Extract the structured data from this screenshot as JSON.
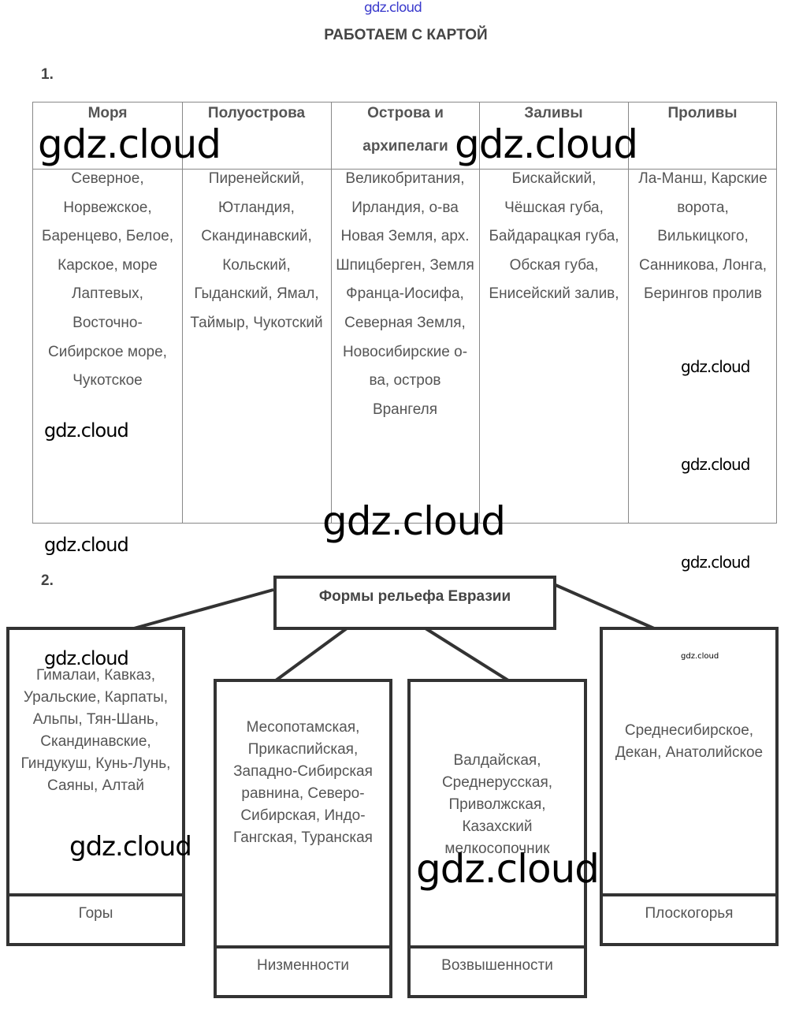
{
  "watermark": "gdz.cloud",
  "title": "РАБОТАЕМ С КАРТОЙ",
  "task1": {
    "number": "1.",
    "headers": [
      "Моря",
      "Полуострова",
      "Острова и архипелаги",
      "Заливы",
      "Проливы"
    ],
    "cells": [
      "Северное, Норвежское, Баренцево, Белое, Карское, море Лаптевых, Восточно-Сибирское море, Чукотское",
      "Пиренейский, Ютландия, Скандинавский, Кольский, Гыданский, Ямал, Таймыр, Чукотский",
      "Великобритания, Ирландия, о-ва Новая Земля, арх. Шпицберген, Земля Франца-Иосифа, Северная Земля, Новосибирские о-ва, остров Врангеля",
      "Бискайский, Чёшская губа, Байдарацкая губа, Обская губа, Енисейский залив,",
      "Ла-Манш, Карские ворота, Вилькицкого, Санникова, Лонга, Берингов пролив"
    ]
  },
  "task2": {
    "number": "2.",
    "root": "Формы рельефа Евразии",
    "boxes": [
      {
        "content": "Гималаи, Кавказ, Уральские, Карпаты, Альпы, Тян-Шань, Скандинавские, Гиндукуш, Кунь-Лунь, Саяны, Алтай",
        "label": "Горы"
      },
      {
        "content": "Месопотамская, Прикаспийская, Западно-Сибирская равнина, Северо-Сибирская, Индо-Гангская, Туранская",
        "label": "Низменности"
      },
      {
        "content": "Валдайская, Среднерусская, Приволжская, Казахский мелкосопочник",
        "label": "Возвышенности"
      },
      {
        "content": "Среднесибирское, Декан, Анатолийское",
        "label": "Плоскогорья"
      }
    ]
  }
}
